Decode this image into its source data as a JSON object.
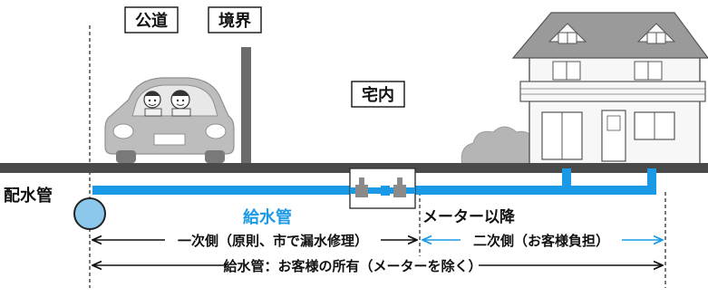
{
  "labels": {
    "public_road": "公道",
    "boundary": "境界",
    "premises": "宅内",
    "distribution_main": "配水管",
    "service_pipe": "給水管",
    "after_meter": "メーター以降"
  },
  "dimensions": {
    "primary_side": "一次側（原則、市で漏水修理）",
    "secondary_side": "二次側（お客様負担）",
    "ownership": "給水管：お客様の所有（メーターを除く）"
  },
  "colors": {
    "pipe": "#1a9ae6",
    "pipe_light": "#8cc8ec",
    "secondary_arrow": "#1a9ae6",
    "ground": "#4a4a4a",
    "car": "#bdbdbd",
    "house_wall": "#f7f7f7",
    "roof": "#9a9a9a",
    "bush": "#b5b5b5"
  },
  "icons": {
    "car": "car-icon",
    "house": "house-icon",
    "meter": "meter-icon",
    "bush": "bush-icon"
  }
}
